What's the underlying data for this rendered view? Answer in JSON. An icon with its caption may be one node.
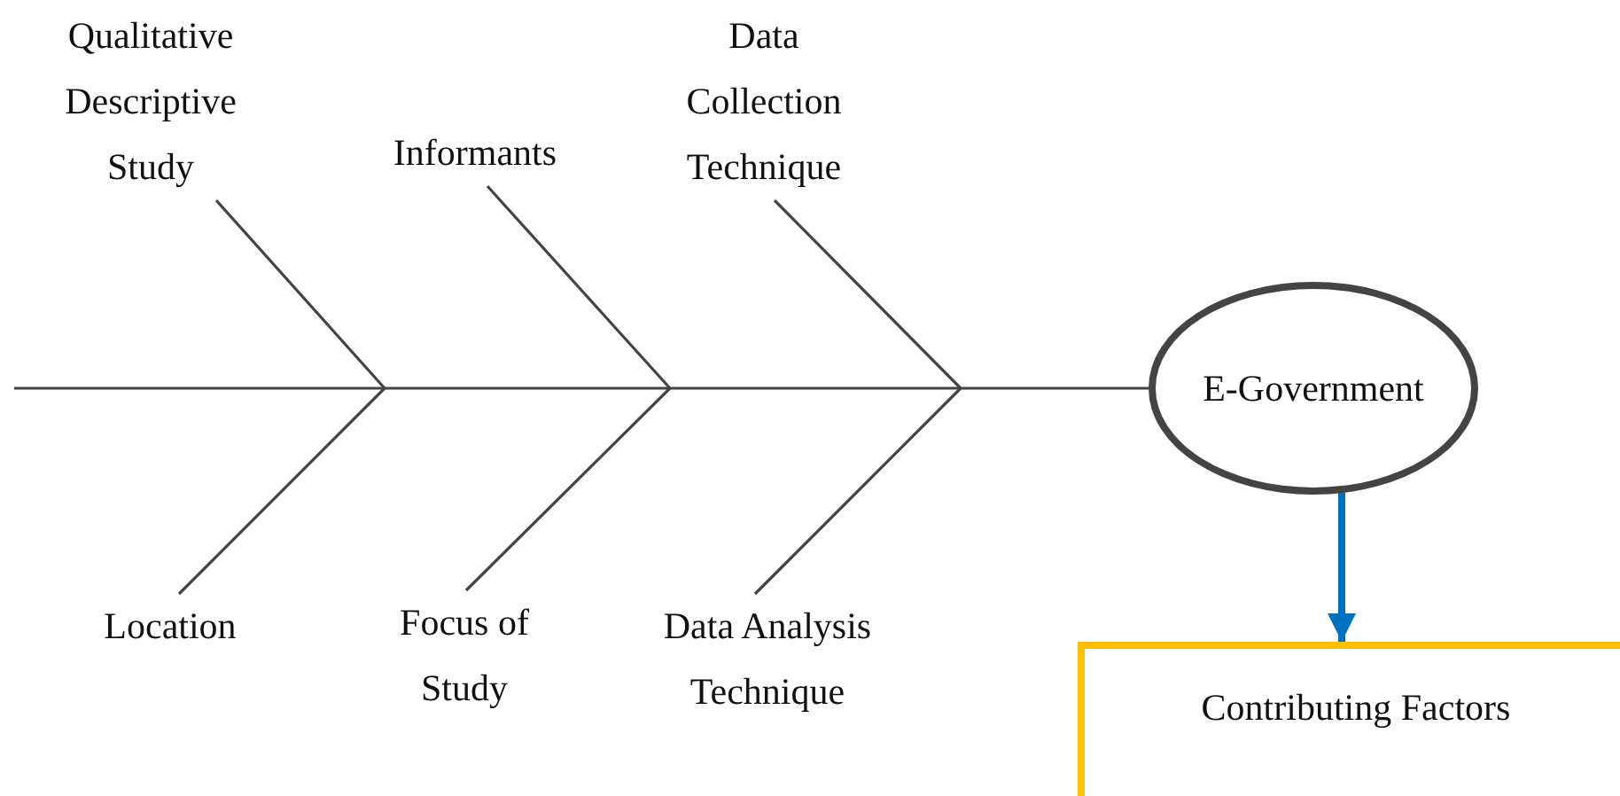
{
  "diagram": {
    "nodes": [
      {
        "text": [
          "Qualitative Descriptive Study"
        ]
      },
      {
        "text": [
          "Informants"
        ]
      },
      {
        "text": [
          "Data Collection Technique"
        ]
      },
      {
        "text": [
          "Location"
        ]
      },
      {
        "text": [
          "Focus of Study"
        ]
      },
      {
        "text": [
          "Data Analysis Technique"
        ]
      },
      {
        "text": [
          "E-Government"
        ]
      },
      {
        "text": [
          "Contributing Factors"
        ]
      }
    ],
    "edges": [
      {
        "from": 0,
        "to": null,
        "arrow": "none"
      },
      {
        "from": 1,
        "to": null,
        "arrow": "none"
      },
      {
        "from": 2,
        "to": null,
        "arrow": "none"
      },
      {
        "from": 3,
        "to": null,
        "arrow": "none"
      },
      {
        "from": 4,
        "to": null,
        "arrow": "none"
      },
      {
        "from": 5,
        "to": null,
        "arrow": "none"
      },
      {
        "from": null,
        "to": 6,
        "arrow": "none"
      },
      {
        "from": 6,
        "to": 7,
        "arrow": "to",
        "style": "thick",
        "color": "#0070c0"
      }
    ]
  }
}
